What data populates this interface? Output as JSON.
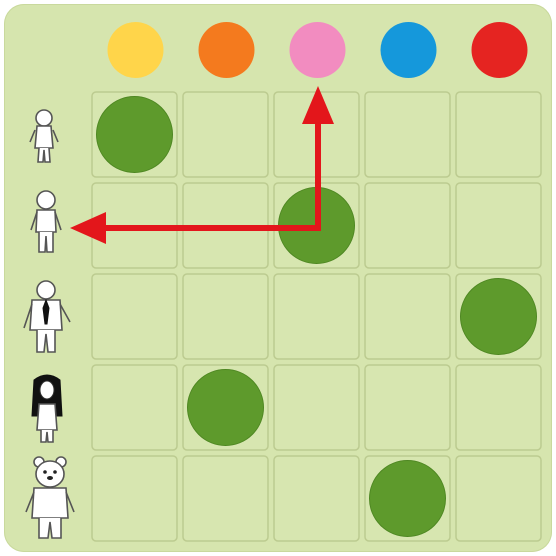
{
  "puzzle": {
    "color_columns": [
      {
        "name": "yellow",
        "color": "#ffd54a"
      },
      {
        "name": "orange",
        "color": "#f47a1e"
      },
      {
        "name": "pink",
        "color": "#f28cc0"
      },
      {
        "name": "blue",
        "color": "#1598db"
      },
      {
        "name": "red",
        "color": "#e52421"
      }
    ],
    "character_rows": [
      {
        "name": "child",
        "icon": "child-figure-icon"
      },
      {
        "name": "boy",
        "icon": "boy-figure-icon"
      },
      {
        "name": "man-with-tie",
        "icon": "man-figure-icon"
      },
      {
        "name": "long-haired-girl",
        "icon": "girl-figure-icon"
      },
      {
        "name": "bear",
        "icon": "bear-figure-icon"
      }
    ],
    "tokens": [
      {
        "row": 0,
        "col": 0
      },
      {
        "row": 1,
        "col": 2
      },
      {
        "row": 2,
        "col": 4
      },
      {
        "row": 3,
        "col": 1
      },
      {
        "row": 4,
        "col": 3
      }
    ],
    "arrow": {
      "color": "#e3161b",
      "from_column": 2,
      "through_row": 1,
      "to": "row-label"
    },
    "token_color": "#5e9a2c",
    "board_color": "#d6e5ae"
  }
}
